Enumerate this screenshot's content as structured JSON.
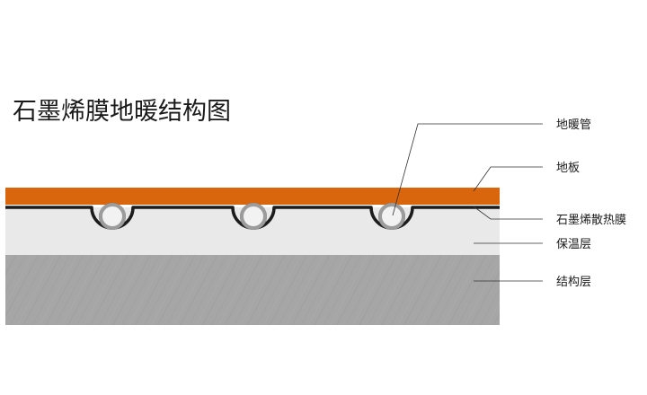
{
  "title": "石墨烯膜地暖结构图",
  "labels": {
    "pipe": "地暖管",
    "floor": "地板",
    "graphene": "石墨烯散热膜",
    "insulation": "保温层",
    "structure": "结构层"
  },
  "colors": {
    "floor": "#d9650d",
    "graphene": "#1c1c1c",
    "insulation": "#e9e9e9",
    "structure": "#a6a6a6",
    "pipe_inner": "#f2f2f2",
    "leader": "#333333"
  }
}
